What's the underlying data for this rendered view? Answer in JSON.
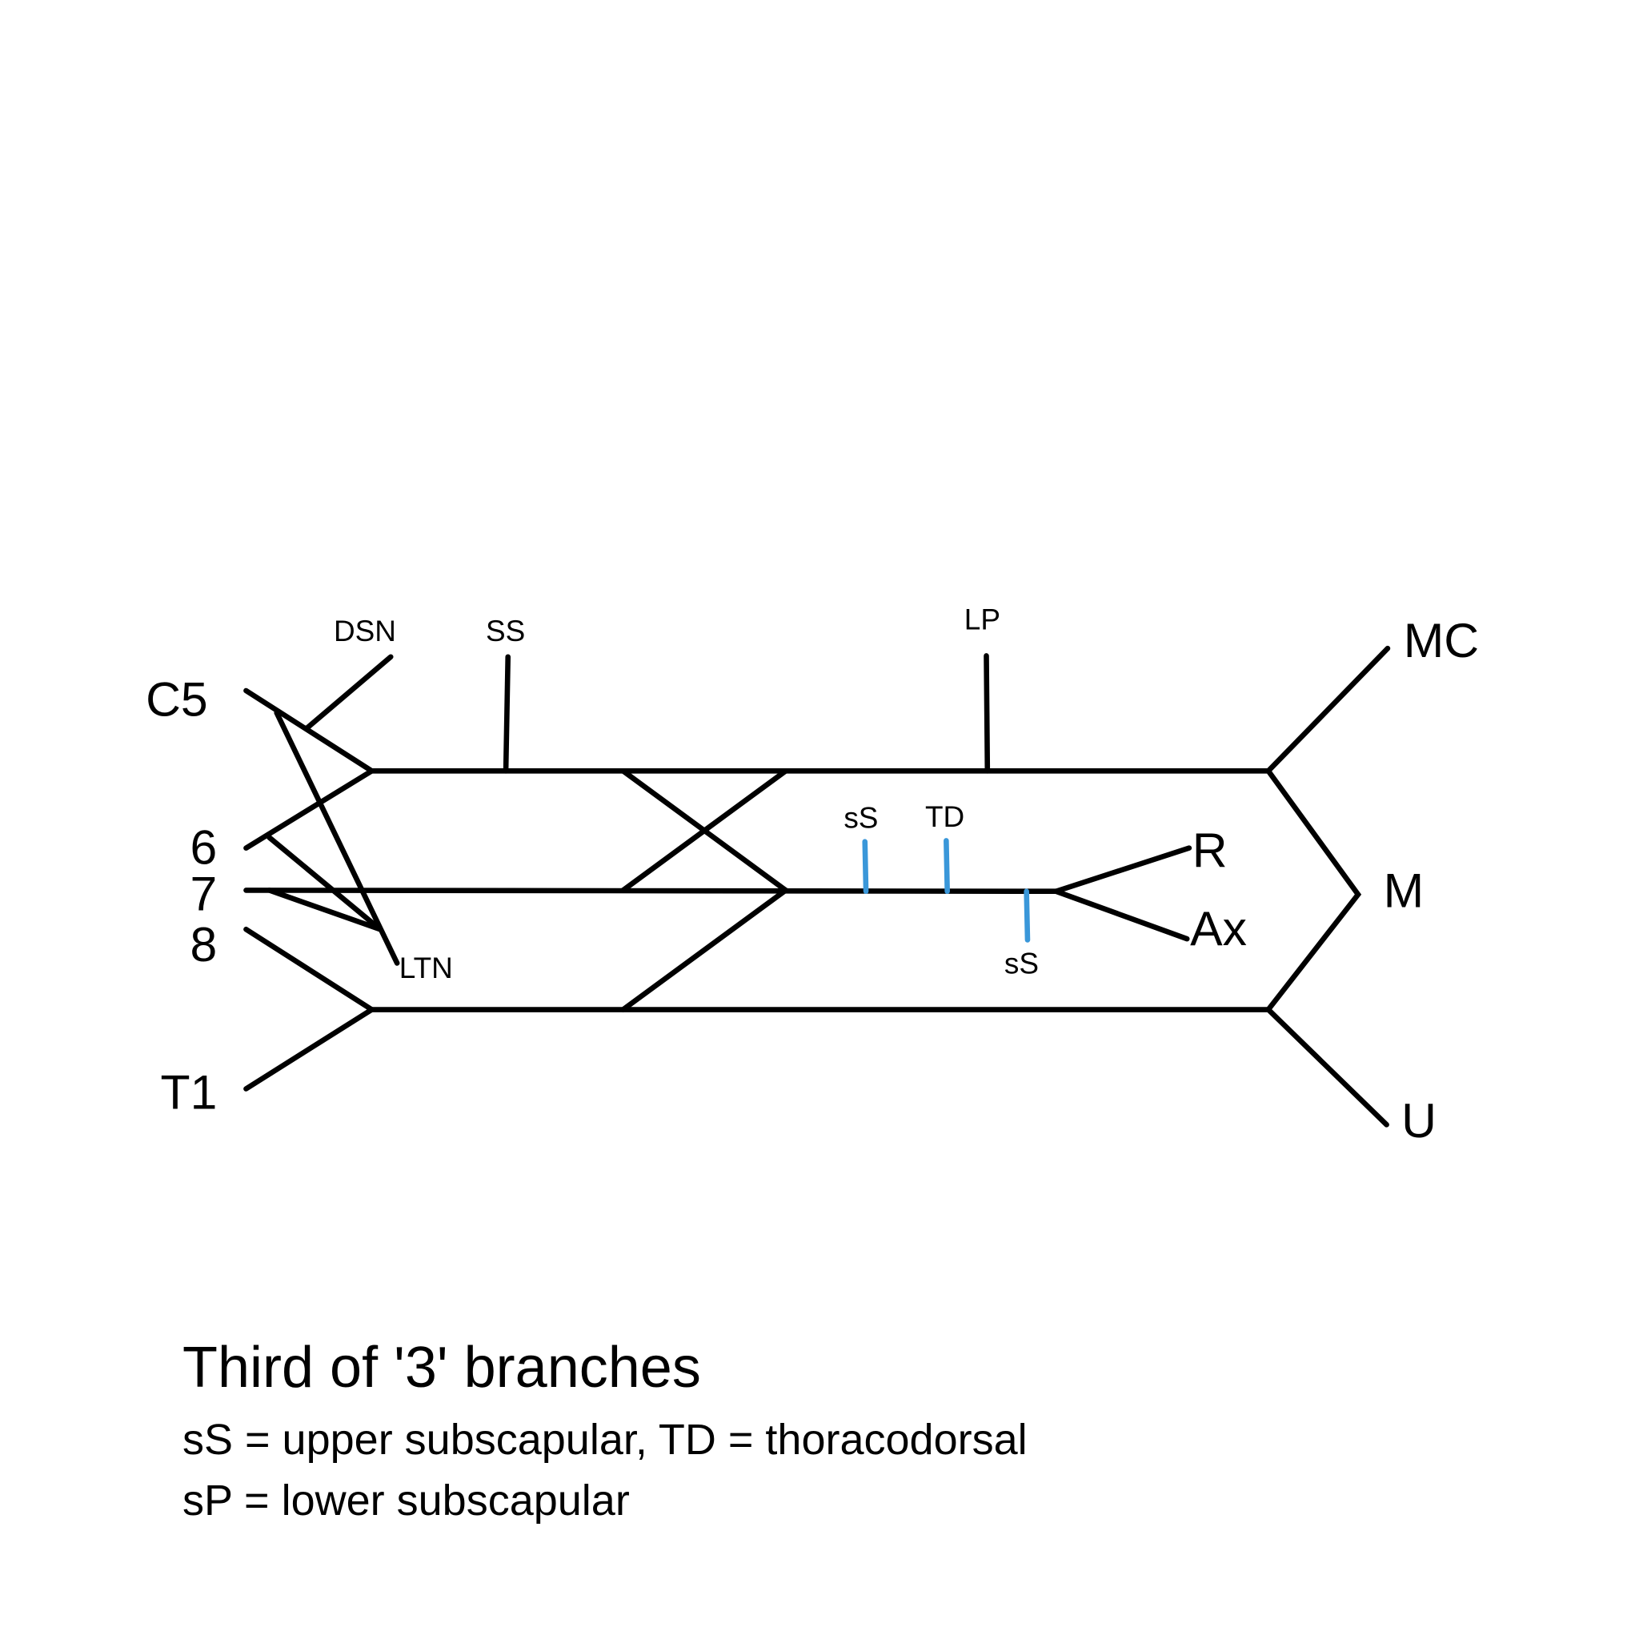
{
  "diagram": {
    "title": "Brachial plexus",
    "colors": {
      "nerve": "#000000",
      "branch_highlight": "#3a97d9",
      "background": "#ffffff"
    },
    "roots": [
      "C5",
      "6",
      "7",
      "8",
      "T1"
    ],
    "top_branches": {
      "dsn": "DSN",
      "ss": "SS",
      "lp": "LP"
    },
    "ltn": "LTN",
    "terminals": {
      "mc": "MC",
      "m": "M",
      "u": "U",
      "r": "R",
      "ax": "Ax"
    },
    "highlighted_branches": [
      {
        "label": "sS",
        "position": "above"
      },
      {
        "label": "TD",
        "position": "above"
      },
      {
        "label": "sS",
        "position": "below"
      }
    ]
  },
  "caption": {
    "title": "Third of '3' branches",
    "line1": "sS = upper subscapular, TD = thoracodorsal",
    "line2": "sP = lower subscapular"
  }
}
